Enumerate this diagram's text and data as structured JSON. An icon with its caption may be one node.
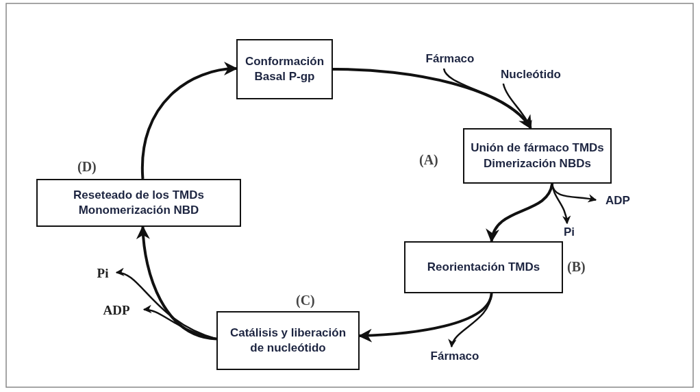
{
  "diagram": {
    "nodes": [
      {
        "text": [
          "Conformación Basal P-gp"
        ]
      },
      {
        "text": [
          "Unión de fármaco TMDs Dimerización NBDs"
        ],
        "beside": [
          "(A)"
        ]
      },
      {
        "text": [
          "Reorientación TMDs"
        ],
        "beside": [
          "(B)"
        ]
      },
      {
        "text": [
          "Catálisis y liberación de nucleótido"
        ],
        "beside": [
          "(C)"
        ]
      },
      {
        "text": [
          "Reseteado de los TMDs Monomerización NBD"
        ],
        "beside": [
          "(D)"
        ]
      },
      {
        "text": [
          "Fármaco"
        ]
      },
      {
        "text": [
          "Nucleótido"
        ]
      },
      {
        "text": [
          "ADP"
        ]
      },
      {
        "text": [
          "Pi"
        ]
      },
      {
        "text": [
          "Fármaco"
        ]
      },
      {
        "text": [
          "Pi"
        ]
      },
      {
        "text": [
          "ADP"
        ]
      }
    ],
    "edges": [
      {
        "from": 0,
        "to": 1,
        "arrow": "to"
      },
      {
        "from": 5,
        "to": 1,
        "arrow": "to"
      },
      {
        "from": 6,
        "to": 1,
        "arrow": "to"
      },
      {
        "from": 1,
        "to": 2,
        "arrow": "to"
      },
      {
        "from": 1,
        "to": 7,
        "arrow": "to"
      },
      {
        "from": 1,
        "to": 8,
        "arrow": "to"
      },
      {
        "from": 2,
        "to": 3,
        "arrow": "to"
      },
      {
        "from": 2,
        "to": 9,
        "arrow": "to"
      },
      {
        "from": 3,
        "to": 4,
        "arrow": "to"
      },
      {
        "from": 3,
        "to": 10,
        "arrow": "to"
      },
      {
        "from": 3,
        "to": 11,
        "arrow": "to"
      },
      {
        "from": 4,
        "to": 0,
        "arrow": "to"
      }
    ]
  }
}
